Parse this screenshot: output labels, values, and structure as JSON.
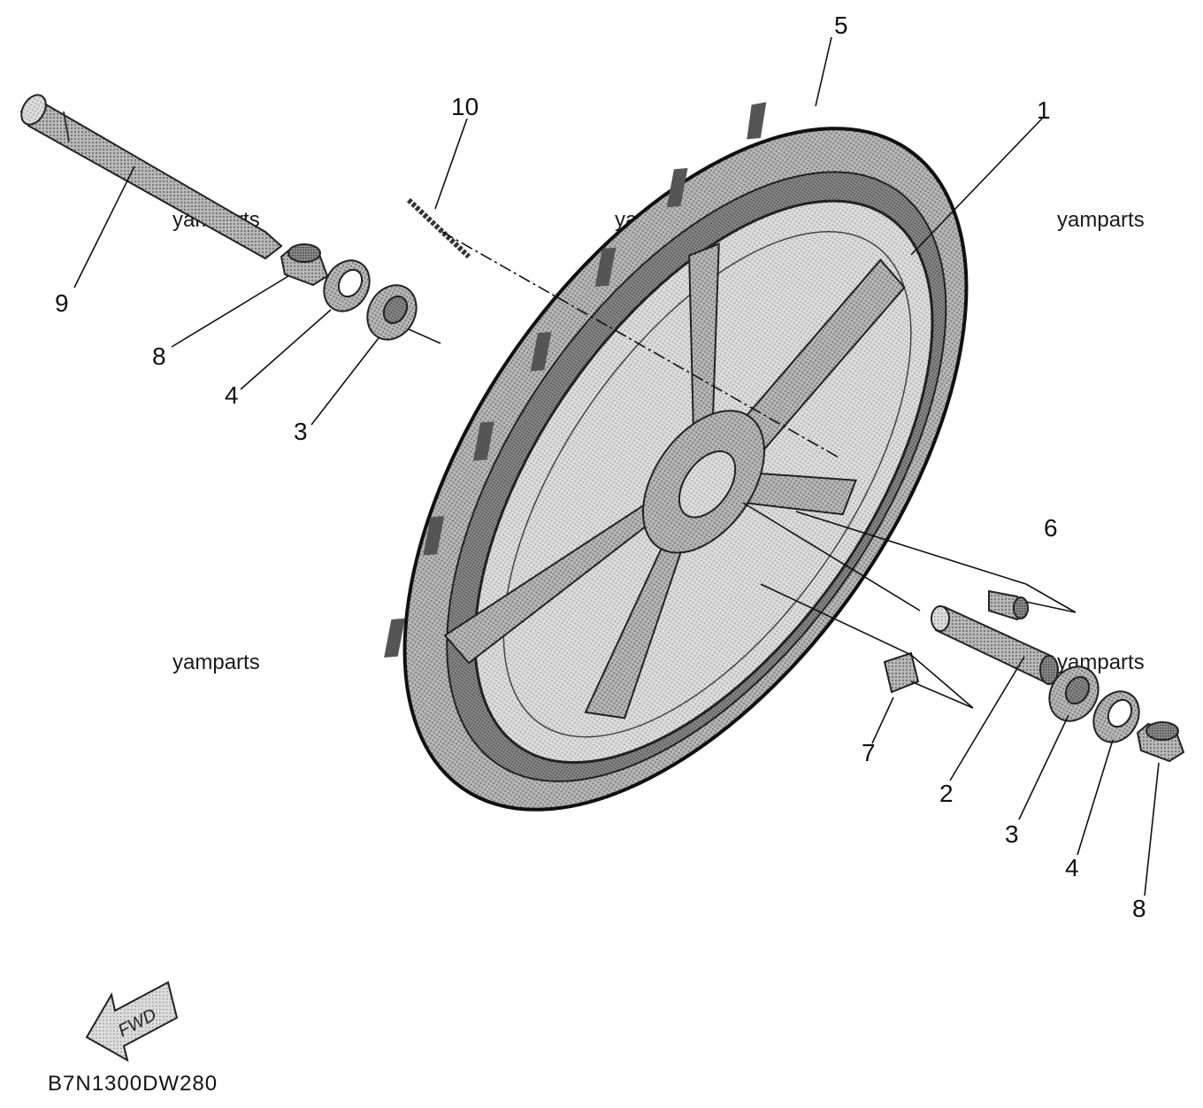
{
  "diagram": {
    "code": "B7N1300DW280",
    "fwd_label": "FWD",
    "watermark": "yamparts",
    "callouts": {
      "c1": "1",
      "c2": "2",
      "c3_left": "3",
      "c3_right": "3",
      "c4_left": "4",
      "c4_right": "4",
      "c5": "5",
      "c6": "6",
      "c7": "7",
      "c8_left": "8",
      "c8_right": "8",
      "c9": "9",
      "c10": "10"
    }
  },
  "colors": {
    "tire": "#8f8f8f",
    "tire_dark": "#5e5e5e",
    "rim": "#bdbdbd",
    "part_fill": "#a9a9a9",
    "ink": "#111111"
  }
}
